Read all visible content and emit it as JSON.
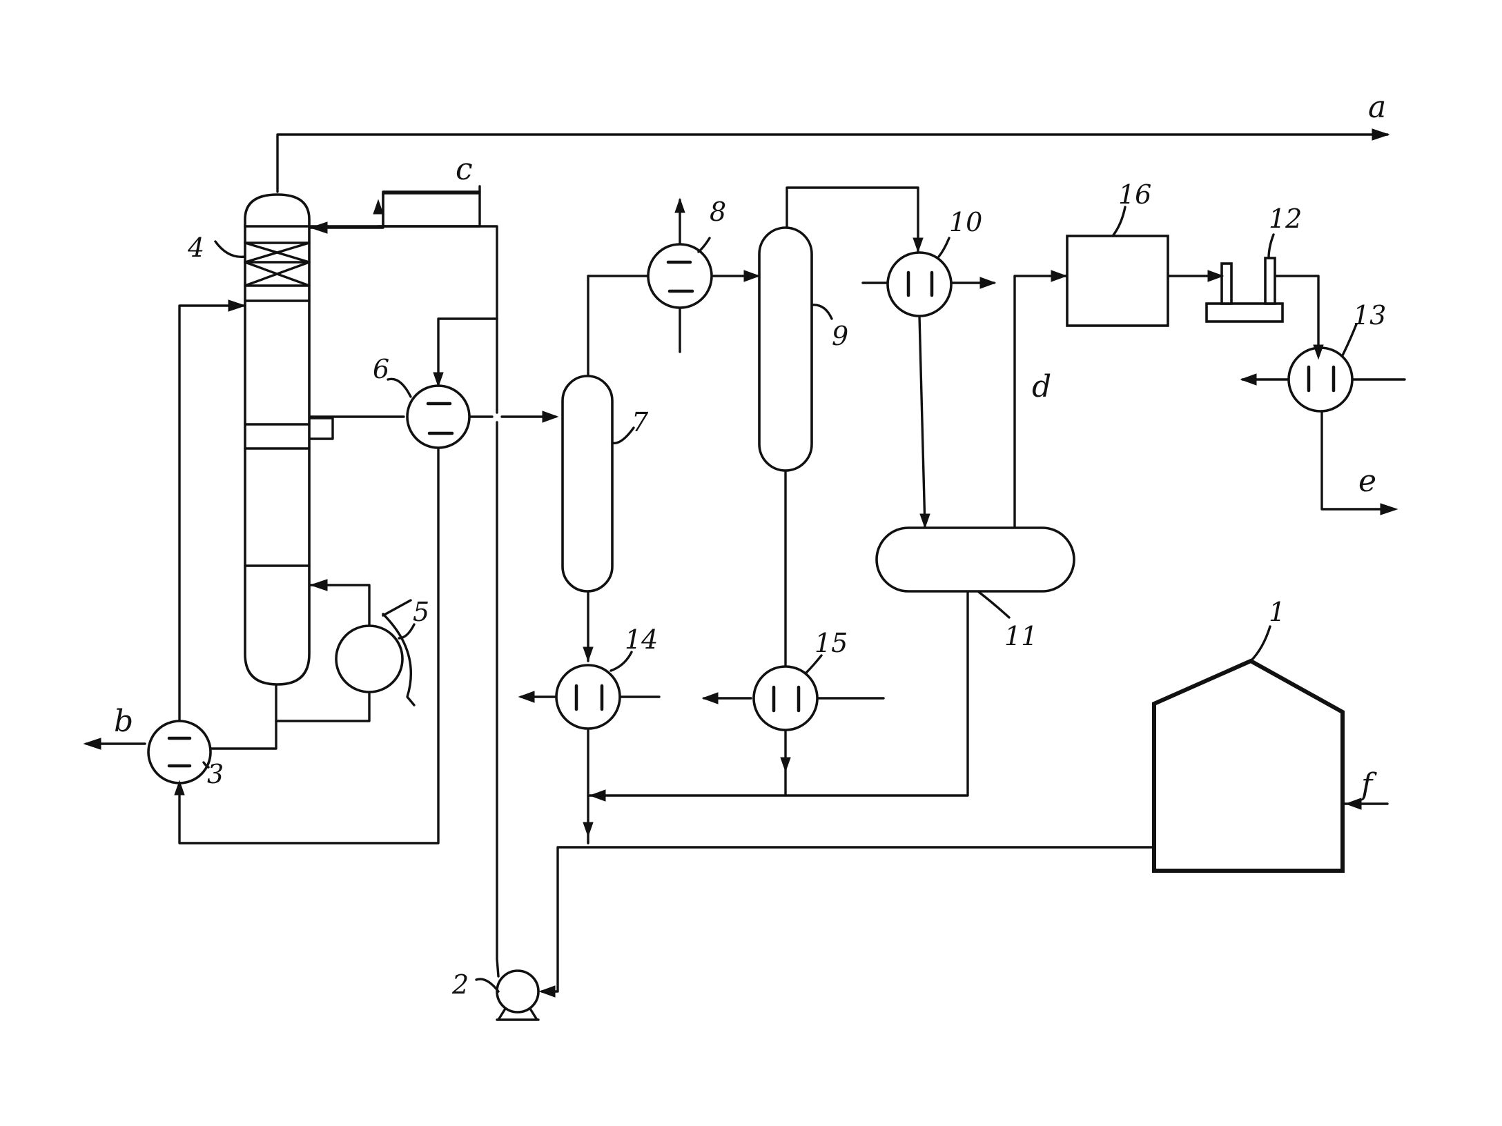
{
  "stream_labels": {
    "a": "a",
    "b": "b",
    "c": "c",
    "d": "d",
    "e": "e",
    "f": "f"
  },
  "equipment_labels": {
    "eq1": "1",
    "eq2": "2",
    "eq3": "3",
    "eq4": "4",
    "eq5": "5",
    "eq6": "6",
    "eq7": "7",
    "eq8": "8",
    "eq9": "9",
    "eq10": "10",
    "eq11": "11",
    "eq12": "12",
    "eq13": "13",
    "eq14": "14",
    "eq15": "15",
    "eq16": "16"
  }
}
